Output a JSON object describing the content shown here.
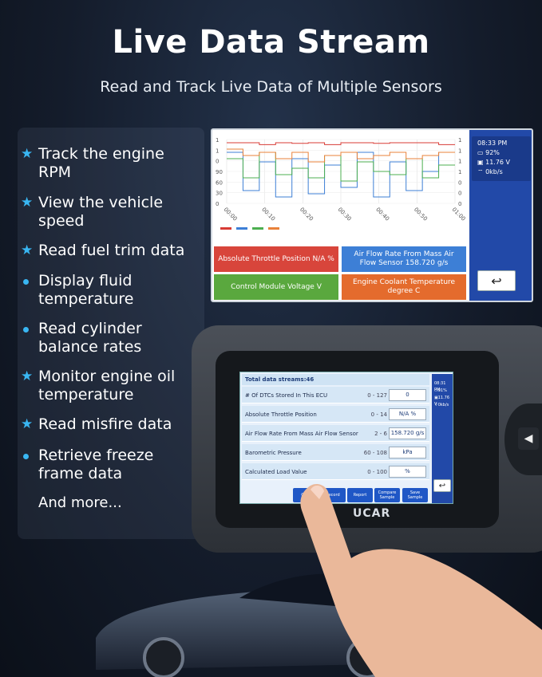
{
  "header": {
    "title": "Live Data Stream",
    "subtitle": "Read and Track Live Data of Multiple Sensors"
  },
  "features": [
    {
      "icon": "star-icon",
      "line1": "Track the engine",
      "line2": "RPM"
    },
    {
      "icon": "star-icon",
      "line1": "View the vehicle",
      "line2": "speed"
    },
    {
      "icon": "star-icon",
      "line1": "Read fuel trim data",
      "line2": ""
    },
    {
      "icon": "dot-icon",
      "line1": "Display fluid",
      "line2": "temperature"
    },
    {
      "icon": "dot-icon",
      "line1": "Read cylinder",
      "line2": "balance rates"
    },
    {
      "icon": "star-icon",
      "line1": "Monitor engine oil",
      "line2": "temperature"
    },
    {
      "icon": "star-icon",
      "line1": "Read misfire data",
      "line2": ""
    },
    {
      "icon": "dot-icon",
      "line1": "Retrieve freeze",
      "line2": "frame data"
    }
  ],
  "and_more": "And more...",
  "screen1": {
    "graph": {
      "x_ticks": [
        "00:00",
        "00:10",
        "00:20",
        "00:30",
        "00:40",
        "00:50",
        "01:00"
      ],
      "y_ticks_left": [
        "1",
        "1",
        "0",
        "90",
        "60",
        "30",
        "0"
      ],
      "y_ticks_right": [
        "1",
        "1",
        "1",
        "1",
        "0",
        "0",
        "0"
      ],
      "series_colors": [
        "#d83b35",
        "#3d7fd6",
        "#4caf50",
        "#e9823a"
      ]
    },
    "tiles": [
      {
        "label": "Absolute Throttle Position N/A %",
        "color": "#d8453b"
      },
      {
        "label": "Air Flow Rate From Mass Air Flow Sensor 158.720 g/s",
        "color": "#3d7fd6"
      },
      {
        "label": "Control Module Voltage  V",
        "color": "#5aa83e"
      },
      {
        "label": "Engine Coolant Temperature  degree C",
        "color": "#e46b2d"
      }
    ],
    "status": {
      "time": "08:33 PM",
      "battery": "92%",
      "voltage": "11.76 V",
      "network": "0kb/s"
    },
    "back_icon": "back-arrow-icon"
  },
  "screen2": {
    "title": "Total data streams:46",
    "rows": [
      {
        "name": "# Of DTCs Stored In This ECU",
        "range": "0 - 127",
        "value": "0"
      },
      {
        "name": "Absolute Throttle Position",
        "range": "0 - 14",
        "value": "N/A %"
      },
      {
        "name": "Air Flow Rate From Mass Air Flow Sensor",
        "range": "2 - 6",
        "value": "158.720 g/s"
      },
      {
        "name": "Barometric Pressure",
        "range": "60 - 108",
        "value": "kPa"
      },
      {
        "name": "Calculated Load Value",
        "range": "0 - 100",
        "value": "%"
      }
    ],
    "buttons": [
      "Com",
      "Record",
      "Report",
      "Compare Sample",
      "Save Sample"
    ],
    "status": {
      "time": "08:31 PM",
      "battery": "91%",
      "voltage": "11.76 V",
      "network": "0kb/s"
    },
    "back_icon": "back-arrow-icon"
  },
  "device": {
    "brand": "UCAR",
    "dpad_icon": "left-arrow-icon"
  }
}
